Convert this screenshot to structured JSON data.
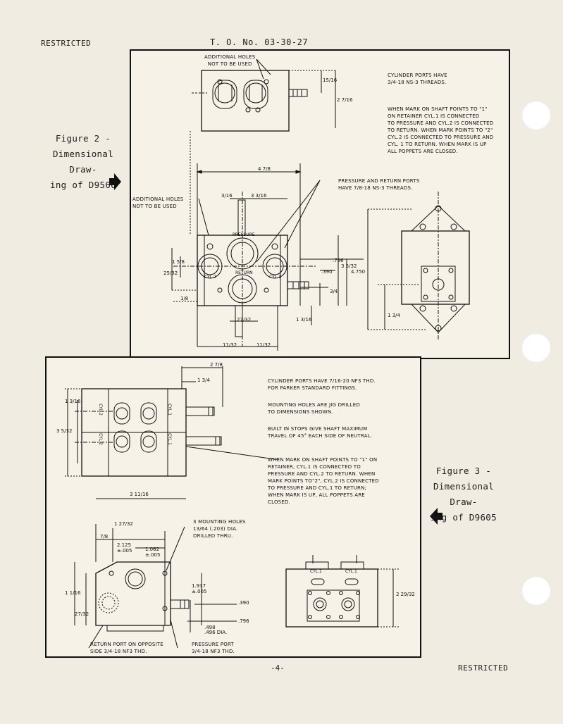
{
  "header": {
    "left": "RESTRICTED",
    "center": "T. O. No. 03-30-27"
  },
  "footer": {
    "page_number": "-4-",
    "right": "RESTRICTED"
  },
  "figure2": {
    "caption_lines": [
      "Figure 2 -",
      "Dimensional Draw-",
      "ing of D9560"
    ],
    "notes": {
      "cylinder_ports": "CYLINDER PORTS HAVE\n3/4-18 NS-3 THREADS.",
      "mark": "WHEN MARK ON SHAFT POINTS TO \"1\"\nON RETAINER CYL.1 IS CONNECTED\nTO PRESSURE AND CYL.2 IS CONNECTED\nTO RETURN. WHEN MARK POINTS TO \"2\"\nCYL.2 IS CONNECTED TO PRESSURE AND\nCYL. 1 TO RETURN. WHEN MARK IS UP\nALL POPPETS ARE CLOSED.",
      "pressure_return": "PRESSURE AND RETURN PORTS\nHAVE 7/8-18 NS-3 THREADS.",
      "additional_holes_top": "ADDITIONAL HOLES\nNOT TO BE USED",
      "additional_holes_left": "ADDITIONAL HOLES\nNOT TO BE USED"
    },
    "labels": {
      "pressure": "PRESSURE",
      "return": "RETURN",
      "cyl2": "CYL.2",
      "cyl1": "CYL.1",
      "d_4_7_8": "4 7/8",
      "d_3_16": "3/16",
      "d_3_3_16": "3 3/16",
      "d_796": ".796",
      "d_390": ".390",
      "d_3_5_32": "3 5/32",
      "d_4750": "4.750",
      "d_3_4": "3/4",
      "d_27_32": "27/32",
      "d_1_3_16": "1 3/16",
      "d_11_32a": "11/32",
      "d_11_32b": "11/32",
      "d_1_3_4": "1 3/4",
      "d_1_5_8": "1 5/8",
      "d_25_32": "25/32",
      "d_1_8": "1/8",
      "d_15_16": "15/16",
      "d_2_7_16": "2 7/16"
    }
  },
  "figure3": {
    "caption_lines": [
      "Figure 3 -",
      "Dimensional Draw-",
      "ing of D9605"
    ],
    "notes": {
      "ports": "CYLINDER PORTS HAVE 7/16-20 NF3 THD.\nFOR PARKER STANDARD FITTINGS.",
      "mounting": "MOUNTING HOLES ARE JIG DRILLED\nTO DIMENSIONS SHOWN.",
      "stops": "BUILT IN STOPS GIVE SHAFT MAXIMUM\nTRAVEL OF 45° EACH SIDE OF NEUTRAL.",
      "mark": "WHEN MARK ON SHAFT POINTS TO \"1\" ON\nRETAINER, CYL.1 IS CONNECTED TO\nPRESSURE AND CYL.2 TO RETURN. WHEN\nMARK POINTS TO\"2\", CYL.2 IS CONNECTED\nTO PRESSURE AND CYL.1 TO RETURN;\nWHEN MARK IS UP, ALL POPPETS ARE\nCLOSED.",
      "mounting_holes": "3 MOUNTING HOLES\n13/64 (.203) DIA.\nDRILLED THRU.",
      "return_port": "RETURN PORT ON OPPOSITE\nSIDE 3/4-18 NF3 THD.",
      "pressure_port": "PRESSURE PORT\n3/4-18 NF3 THD."
    },
    "labels": {
      "d_2_7_8": "2 7/8",
      "d_1_3_4": "1 3/4",
      "d_3_11_16": "3 11/16",
      "d_1_27_32": "1 27/32",
      "d_7_8": "7/8",
      "d_2125": "2.125\n±.005",
      "d_1062": "1.062\n±.005",
      "d_1937": "1.937\n±.005",
      "d_390": ".390",
      "d_796": ".796",
      "d_498": ".498\n.496 DIA.",
      "d_2_29_32": "2 29/32",
      "d_1_1_16": "1 1/16",
      "d_1_3_16": "1 3/16",
      "d_27_32": "27/32",
      "d_3_5_32": "3 5/32",
      "cyl1": "CYL.1",
      "cyl2": "CYL.2"
    }
  }
}
